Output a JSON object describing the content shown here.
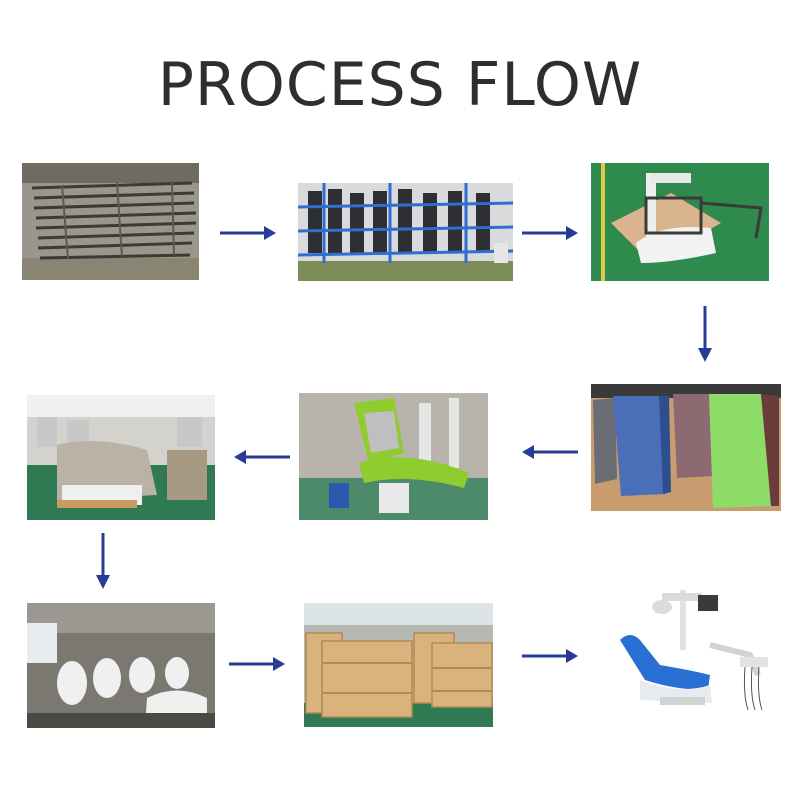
{
  "title": "PROCESS FLOW",
  "colors": {
    "arrow": "#283c96",
    "title": "#2e2e2e"
  },
  "steps": [
    {
      "id": 1,
      "image": "stacked-metal-frames-photo"
    },
    {
      "id": 2,
      "image": "frames-on-blue-racks-photo"
    },
    {
      "id": 3,
      "image": "chair-frame-assembly-photo"
    },
    {
      "id": 4,
      "image": "upholstery-cushions-photo"
    },
    {
      "id": 5,
      "image": "green-chair-assembly-photo"
    },
    {
      "id": 6,
      "image": "wrapped-units-workshop-photo"
    },
    {
      "id": 7,
      "image": "production-floor-photo"
    },
    {
      "id": 8,
      "image": "wooden-crates-photo"
    },
    {
      "id": 9,
      "image": "finished-dental-chair-photo"
    }
  ],
  "arrows": [
    "right",
    "right",
    "down",
    "left",
    "left",
    "down",
    "right",
    "right"
  ]
}
